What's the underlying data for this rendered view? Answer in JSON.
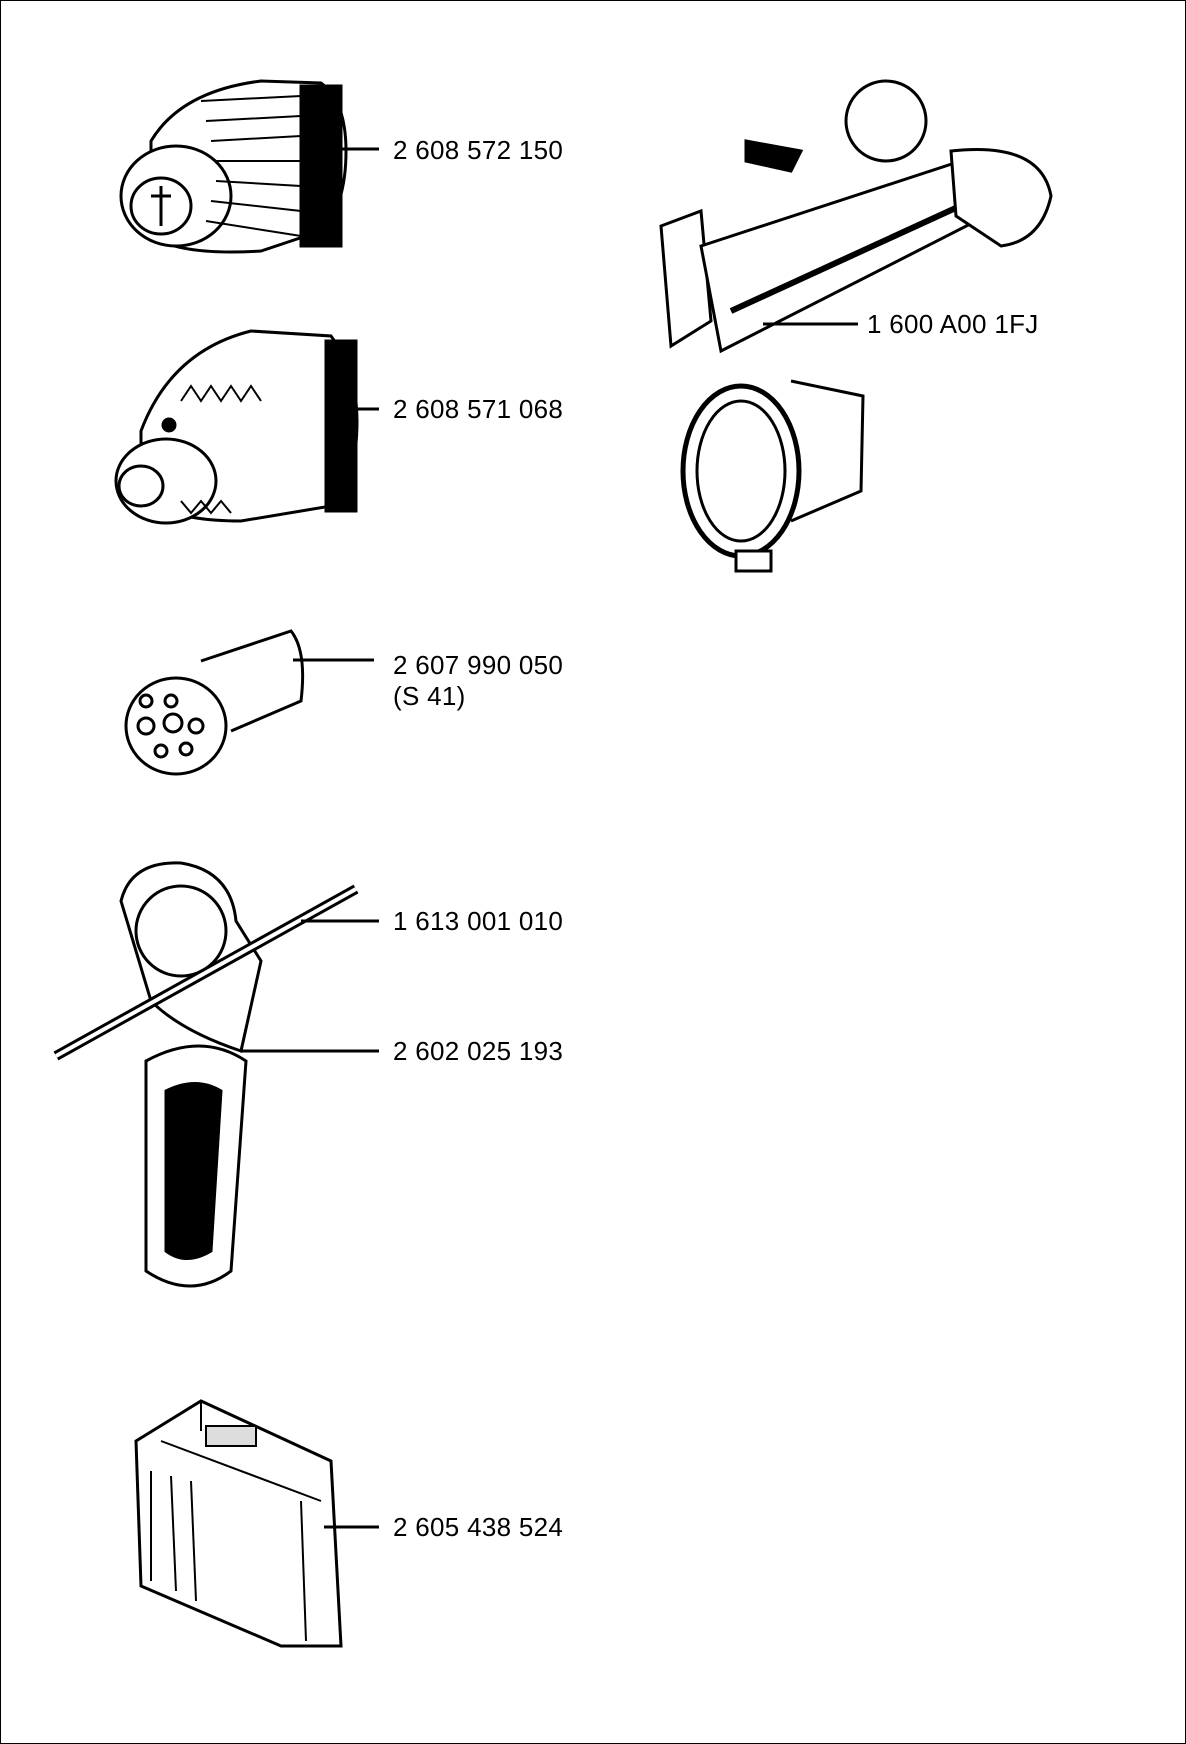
{
  "parts": [
    {
      "id": "keyless-chuck",
      "number": "2 608 572 150"
    },
    {
      "id": "key-type-chuck",
      "number": "2 608 571 068"
    },
    {
      "id": "chuck-adapter",
      "number": "2 607 990 050",
      "note": "(S 41)"
    },
    {
      "id": "depth-stop",
      "number": "1 613 001 010"
    },
    {
      "id": "auxiliary-handle",
      "number": "2 602 025 193"
    },
    {
      "id": "carrying-case",
      "number": "2 605 438 524"
    },
    {
      "id": "dust-extraction",
      "number": "1 600 A00 1FJ"
    }
  ],
  "colors": {
    "ink": "#000000",
    "paper": "#ffffff"
  }
}
